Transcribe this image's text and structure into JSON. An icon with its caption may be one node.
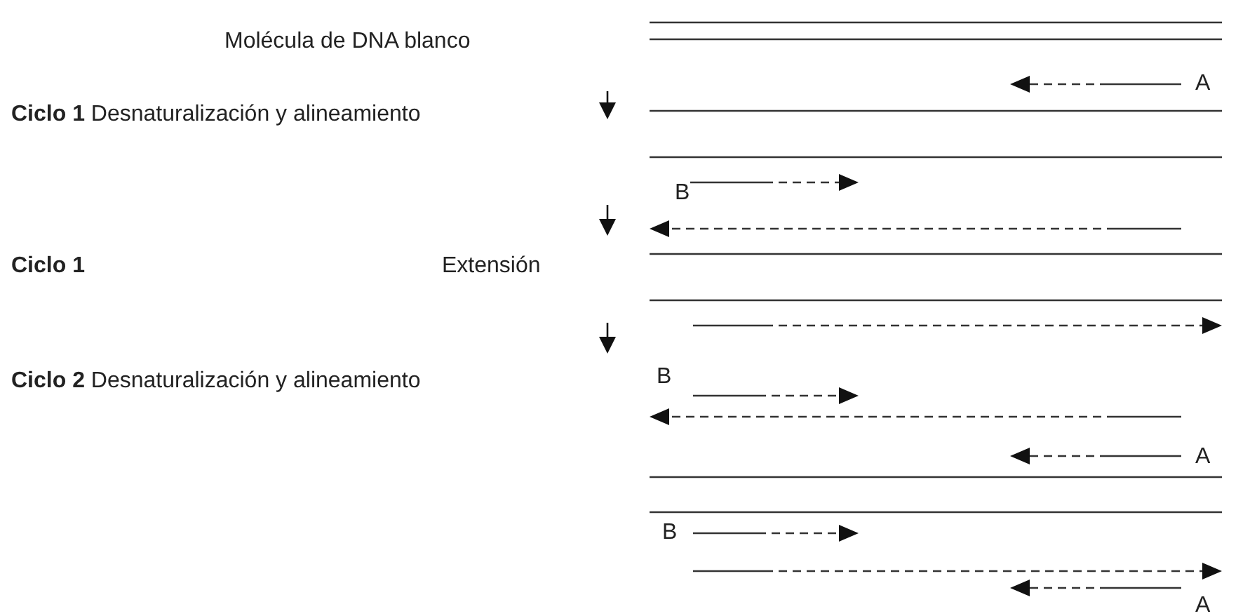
{
  "diagram": {
    "labels": [
      "Molécula de DNA blanco",
      "**Ciclo 1** Desnaturalización y alineamiento",
      "Ciclo 1",
      "Extensión",
      "**Ciclo 2** Desnaturalización y alineamiento",
      "A",
      "B",
      "B",
      "A",
      "B",
      "A"
    ]
  }
}
